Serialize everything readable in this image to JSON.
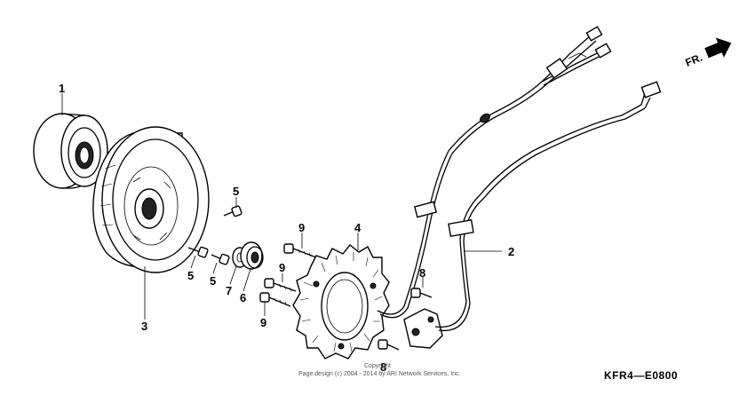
{
  "diagram": {
    "code": "KFR4—E0800",
    "direction_label": "FR.",
    "copyright_line1": "Copyright",
    "copyright_line2": "Page design (c) 2004 - 2014 by ARI Network Services, Inc.",
    "callouts": {
      "p1": "1",
      "p2": "2",
      "p3": "3",
      "p4": "4",
      "p5a": "5",
      "p5b": "5",
      "p5c": "5",
      "p6": "6",
      "p7": "7",
      "p8a": "8",
      "p8b": "8",
      "p9a": "9",
      "p9b": "9",
      "p9c": "9"
    }
  }
}
